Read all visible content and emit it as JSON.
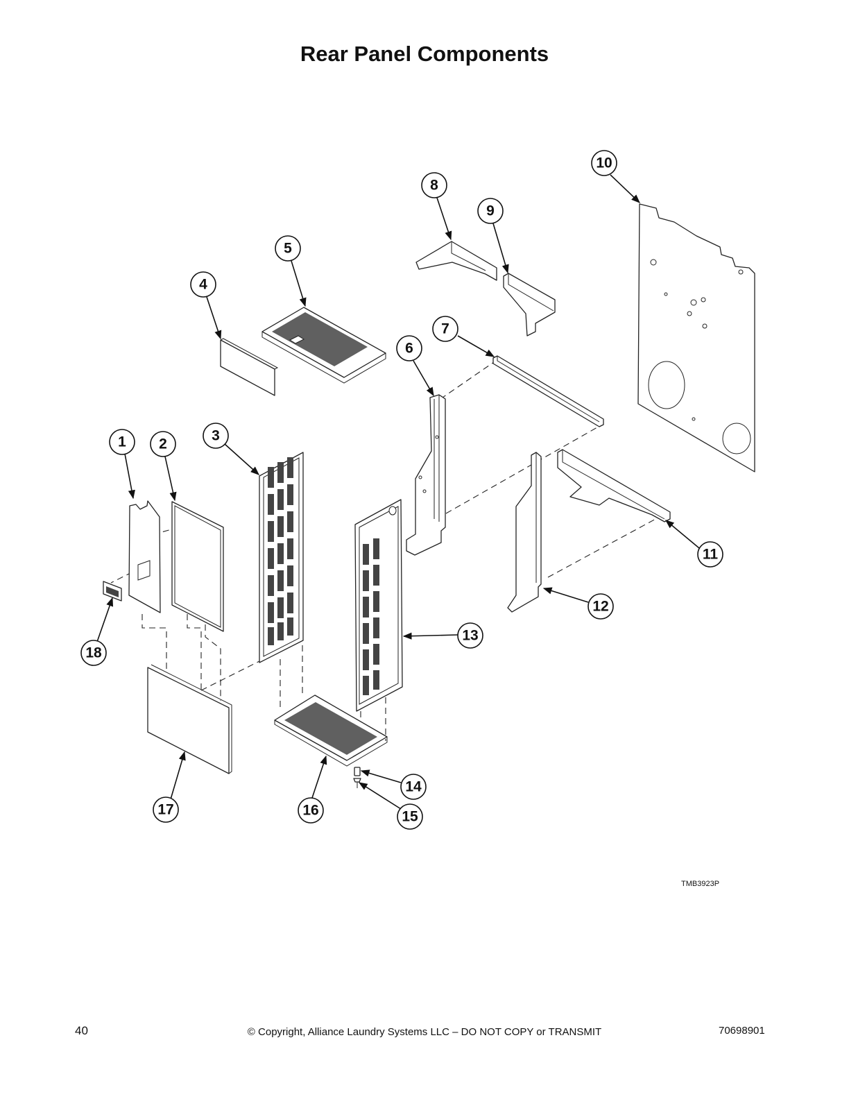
{
  "page": {
    "title": "Rear Panel Components",
    "page_number": "40",
    "copyright": "© Copyright, Alliance Laundry Systems LLC – DO NOT COPY or TRANSMIT",
    "document_number": "70698901"
  },
  "diagram": {
    "drawing_id": "TMB3923P",
    "callouts": [
      "1",
      "2",
      "3",
      "4",
      "5",
      "6",
      "7",
      "8",
      "9",
      "10",
      "11",
      "12",
      "13",
      "14",
      "15",
      "16",
      "17",
      "18"
    ]
  }
}
